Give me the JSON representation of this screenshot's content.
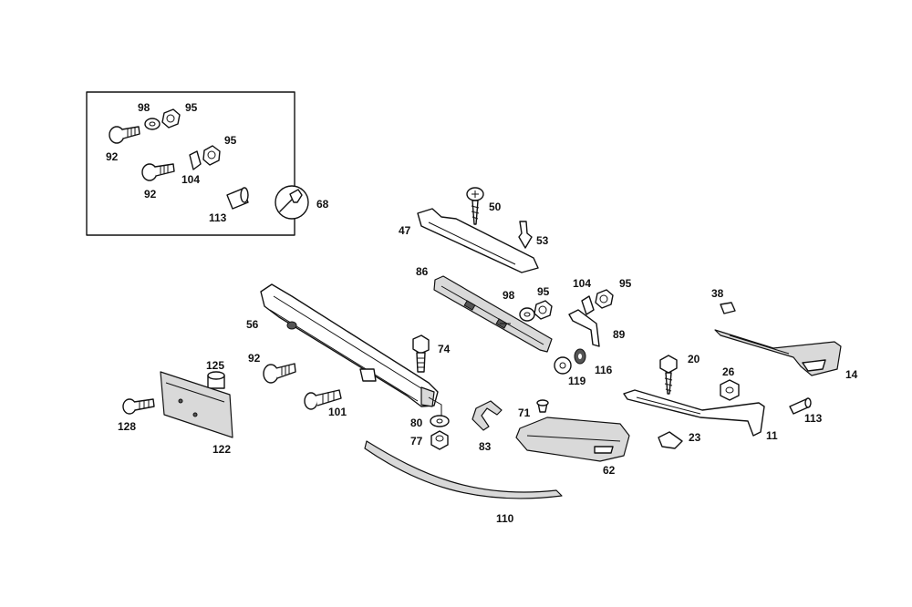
{
  "labels": {
    "l98a": "98",
    "l95a": "95",
    "l92a": "92",
    "l95b": "95",
    "l92b": "92",
    "l104a": "104",
    "l113a": "113",
    "l68": "68",
    "l50": "50",
    "l47": "47",
    "l53": "53",
    "l86": "86",
    "l98b": "98",
    "l95c": "95",
    "l104b": "104",
    "l95d": "95",
    "l89": "89",
    "l38": "38",
    "l56": "56",
    "l74": "74",
    "l92c": "92",
    "l125": "125",
    "l101": "101",
    "l128": "128",
    "l122": "122",
    "l80": "80",
    "l77": "77",
    "l83": "83",
    "l71": "71",
    "l62": "62",
    "l119": "119",
    "l116": "116",
    "l20": "20",
    "l26": "26",
    "l14": "14",
    "l11": "11",
    "l113b": "113",
    "l23": "23",
    "l110": "110"
  }
}
